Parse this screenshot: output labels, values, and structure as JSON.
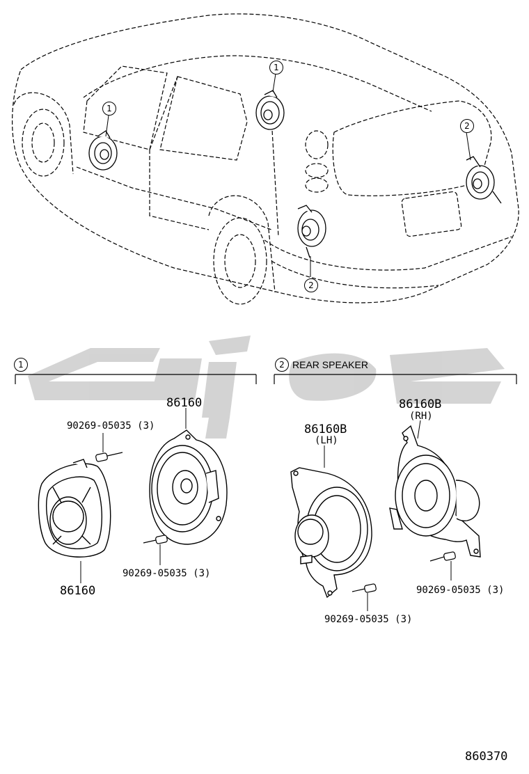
{
  "callouts": {
    "one": "1",
    "two": "2"
  },
  "sections": {
    "section_one_marker": "1",
    "section_two_marker": "2",
    "section_two_title": "REAR SPEAKER"
  },
  "parts": {
    "speaker_86160_top": "86160",
    "speaker_86160_bottom": "86160",
    "speaker_lh_number": "86160B",
    "speaker_lh_side": "(LH)",
    "speaker_rh_number": "86160B",
    "speaker_rh_side": "(RH)",
    "rivet_a": "90269-05035 (3)",
    "rivet_b": "90269-05035 (3)",
    "rivet_c": "90269-05035 (3)",
    "rivet_d": "90269-05035 (3)"
  },
  "diagram_id": "860370",
  "colors": {
    "ink": "#000000",
    "watermark": "#c8c8c8"
  }
}
